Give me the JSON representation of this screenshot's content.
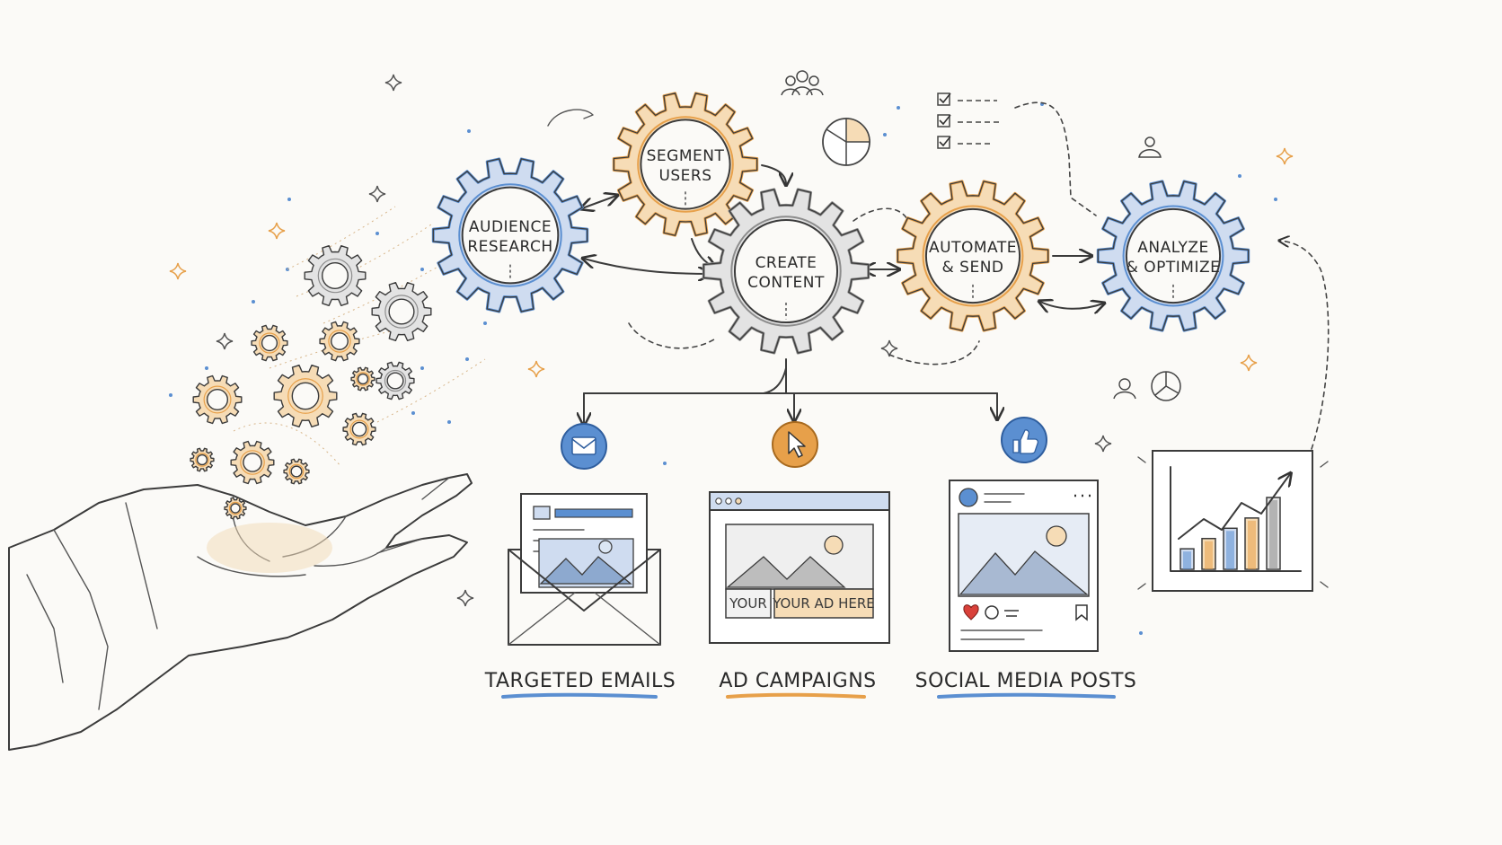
{
  "colors": {
    "blue": "#5b8fd1",
    "blue_fill": "#cfdcf0",
    "orange": "#e7a04a",
    "orange_fill": "#f6dcb6",
    "gray": "#8d8d8d",
    "gray_fill": "#e3e3e3",
    "ink": "#3b3b3b",
    "heart": "#d9413a"
  },
  "gears": [
    {
      "id": "audience-research",
      "line1": "AUDIENCE",
      "line2": "RESEARCH",
      "color": "blue"
    },
    {
      "id": "segment-users",
      "line1": "SEGMENT",
      "line2": "USERS",
      "color": "orange"
    },
    {
      "id": "create-content",
      "line1": "CREATE",
      "line2": "CONTENT",
      "color": "gray"
    },
    {
      "id": "automate-send",
      "line1": "AUTOMATE",
      "line2": "& SEND",
      "color": "orange"
    },
    {
      "id": "analyze-optimize",
      "line1": "ANALYZE",
      "line2": "& OPTIMIZE",
      "color": "blue"
    }
  ],
  "channels": [
    {
      "id": "targeted-emails",
      "caption": "TARGETED EMAILS",
      "icon": "envelope-icon",
      "color": "blue"
    },
    {
      "id": "ad-campaigns",
      "caption": "AD CAMPAIGNS",
      "icon": "cursor-icon",
      "color": "orange"
    },
    {
      "id": "social-media-posts",
      "caption": "SOCIAL MEDIA POSTS",
      "icon": "thumbs-up-icon",
      "color": "blue"
    }
  ],
  "ad": {
    "left_text": "YOUR",
    "right_text": "YOUR AD HERE"
  },
  "chart_bars": [
    {
      "value": 2,
      "color": "blue"
    },
    {
      "value": 3,
      "color": "orange"
    },
    {
      "value": 4,
      "color": "blue"
    },
    {
      "value": 5,
      "color": "orange"
    },
    {
      "value": 7,
      "color": "gray"
    }
  ]
}
